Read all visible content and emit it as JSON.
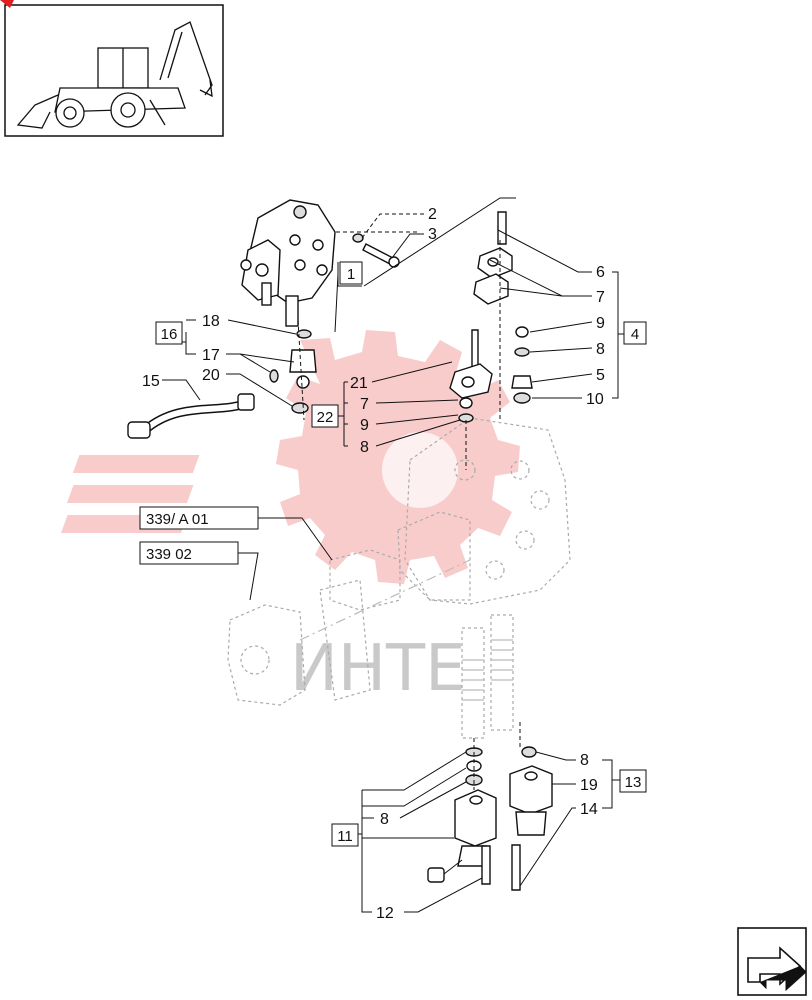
{
  "ref_boxes": [
    {
      "id": "box-339a01",
      "text": "339/ A 01"
    },
    {
      "id": "box-33902",
      "text": "339 02"
    }
  ],
  "group_boxes": [
    {
      "id": "group-1",
      "text": "1"
    },
    {
      "id": "group-4",
      "text": "4"
    },
    {
      "id": "group-16",
      "text": "16"
    },
    {
      "id": "group-22",
      "text": "22"
    },
    {
      "id": "group-13",
      "text": "13"
    },
    {
      "id": "group-11",
      "text": "11"
    }
  ],
  "callouts": {
    "c2": "2",
    "c3": "3",
    "c6": "6",
    "c7r": "7",
    "c9r": "9",
    "c8r": "8",
    "c5": "5",
    "c10": "10",
    "c18": "18",
    "c17": "17",
    "c20": "20",
    "c15": "15",
    "c21": "21",
    "c7m": "7",
    "c9m": "9",
    "c8m": "8",
    "c8b": "8",
    "c19": "19",
    "c14": "14",
    "c8l": "8",
    "c12": "12"
  },
  "watermark": "ИНТЕ",
  "icons": {
    "thumbnail": "backhoe-loader-icon",
    "nav": "next-page-arrow-icon"
  },
  "colors": {
    "watermark_logo": "#f4b3b3",
    "line": "#111111",
    "ghost": "#aaaaaa"
  }
}
